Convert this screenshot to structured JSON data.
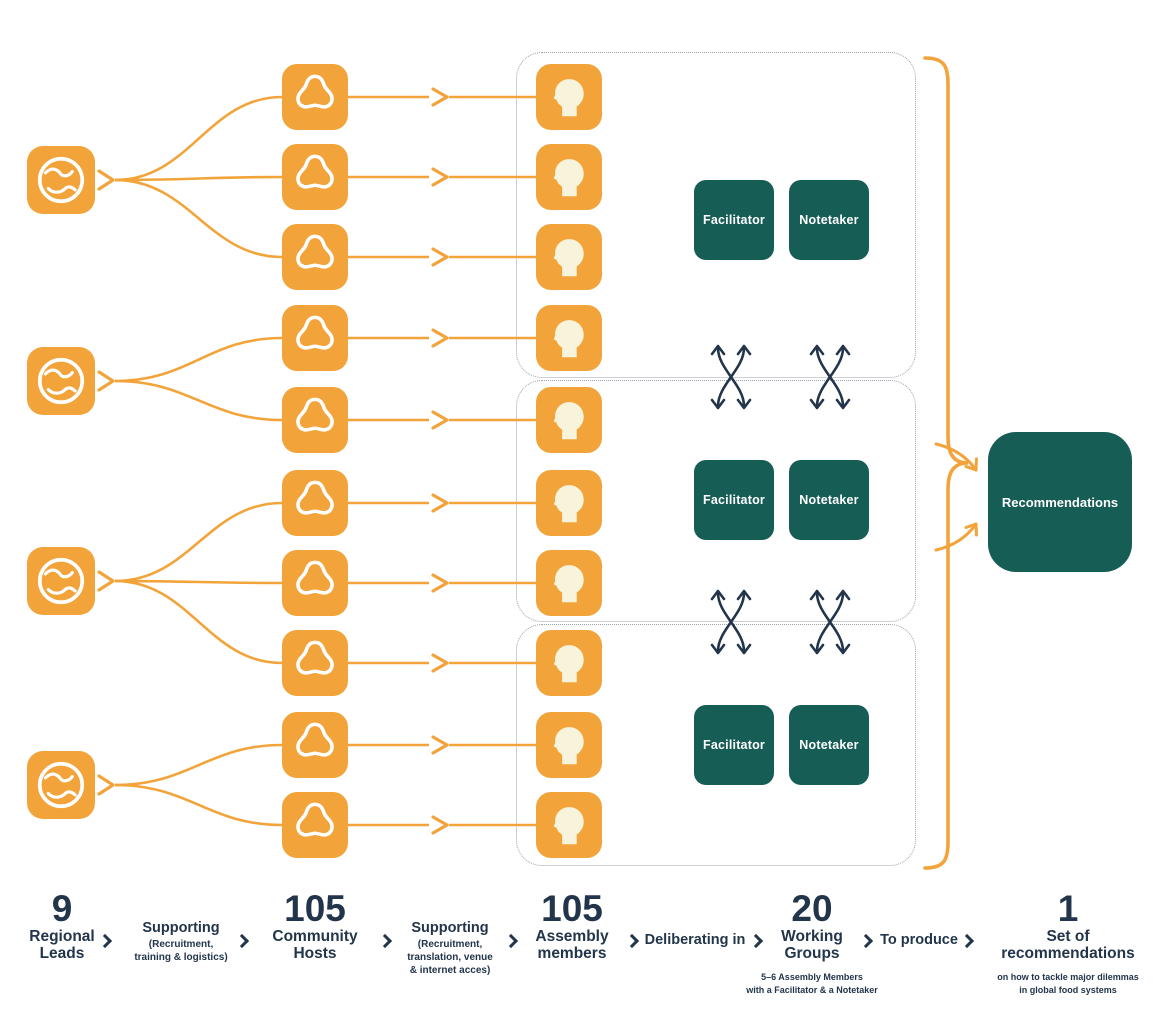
{
  "colors": {
    "orange": "#F2A43B",
    "teal": "#155D55",
    "navy": "#22354B",
    "cream": "#F8F4DC",
    "dotted_border": "#9aa1a8"
  },
  "icons": {
    "regional_lead": "globe-icon",
    "community_host": "trefoil-icon",
    "assembly_member": "person-head-icon",
    "swap": "swap-arrows-icon",
    "flow": "chevron-right-icon",
    "brace": "curly-brace"
  },
  "structure": {
    "regional_leads_shown": 4,
    "community_hosts_shown": 10,
    "assembly_members_shown": 10,
    "working_groups_shown": 3
  },
  "roles": {
    "facilitator": "Facilitator",
    "notetaker": "Notetaker"
  },
  "output": {
    "recommendations": "Recommendations"
  },
  "steps": [
    {
      "number": "9",
      "label": "Regional\nLeads"
    },
    {
      "title": "Supporting",
      "sub": "(Recruitment,\ntraining & logistics)"
    },
    {
      "number": "105",
      "label": "Community\nHosts"
    },
    {
      "title": "Supporting",
      "sub": "(Recruitment,\ntranslation, venue\n& internet acces)"
    },
    {
      "number": "105",
      "label": "Assembly\nmembers"
    },
    {
      "title": "Deliberating in"
    },
    {
      "number": "20",
      "label": "Working\nGroups",
      "note": "5–6 Assembly Members\nwith a Facilitator & a Notetaker"
    },
    {
      "title": "To produce"
    },
    {
      "number": "1",
      "label": "Set of\nrecommendations",
      "note": "on how to tackle major dilemmas\nin global food systems"
    }
  ]
}
